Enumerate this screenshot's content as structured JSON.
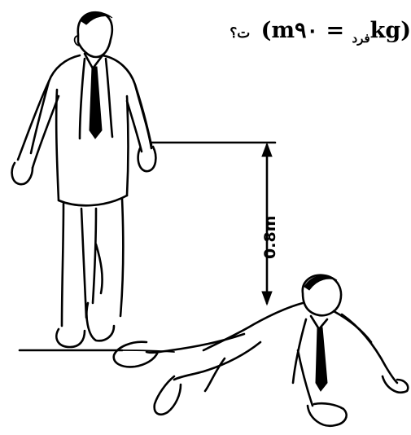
{
  "question": {
    "tail": "ت؟",
    "mass_symbol": "m",
    "mass_subscript": "فرد",
    "mass_value": "= ۹۰kg"
  },
  "diagram": {
    "height_label": "0.8m"
  },
  "icons": [
    "standing-man-figure",
    "fallen-man-figure",
    "height-dimension-arrow"
  ]
}
